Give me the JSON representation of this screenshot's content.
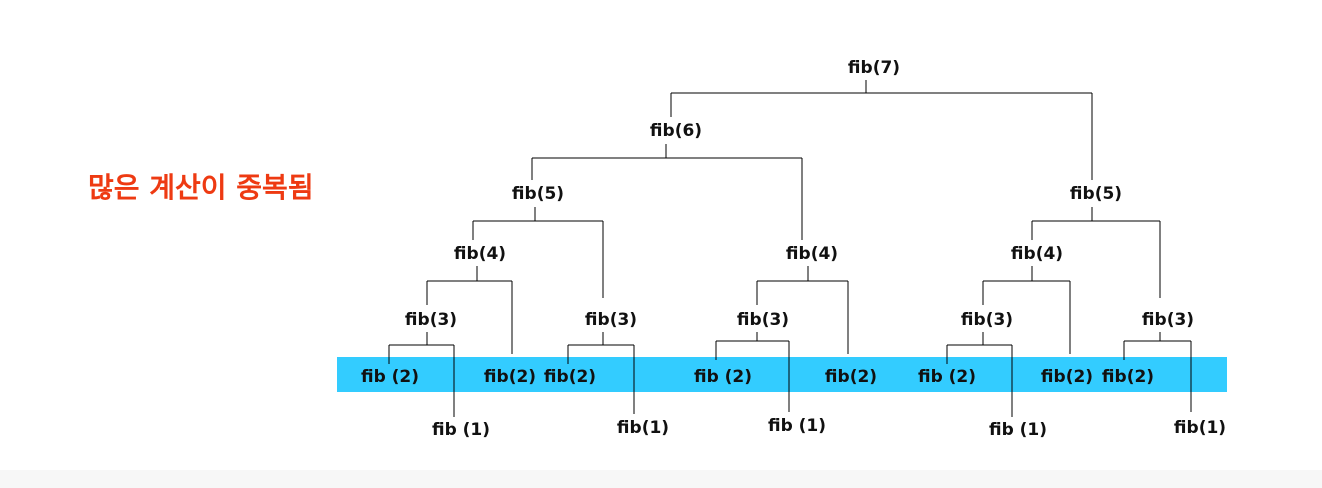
{
  "caption": "많은 계산이 중복됨",
  "colors": {
    "caption": "#ee3a12",
    "highlight_band": "#33ccff",
    "edges": "#000000",
    "text": "#111111"
  },
  "nodes": {
    "fib7": "fib(7)",
    "fib6": "fib(6)",
    "fib5_left": "fib(5)",
    "fib5_right": "fib(5)",
    "fib4_a": "fib(4)",
    "fib4_b": "fib(4)",
    "fib4_c": "fib(4)",
    "fib3_a": "fib(3)",
    "fib3_b": "fib(3)",
    "fib3_c": "fib(3)",
    "fib3_d": "fib(3)",
    "fib3_e": "fib(3)",
    "fib2_a": "fib (2)",
    "fib2_b": "fib(2)",
    "fib2_c": "fib(2)",
    "fib2_d": "fib (2)",
    "fib2_e": "fib(2)",
    "fib2_f": "fib (2)",
    "fib2_g": "fib(2)",
    "fib2_h": "fib(2)",
    "fib1_a": "fib (1)",
    "fib1_b": "fib(1)",
    "fib1_c": "fib (1)",
    "fib1_d": "fib (1)",
    "fib1_e": "fib(1)"
  }
}
